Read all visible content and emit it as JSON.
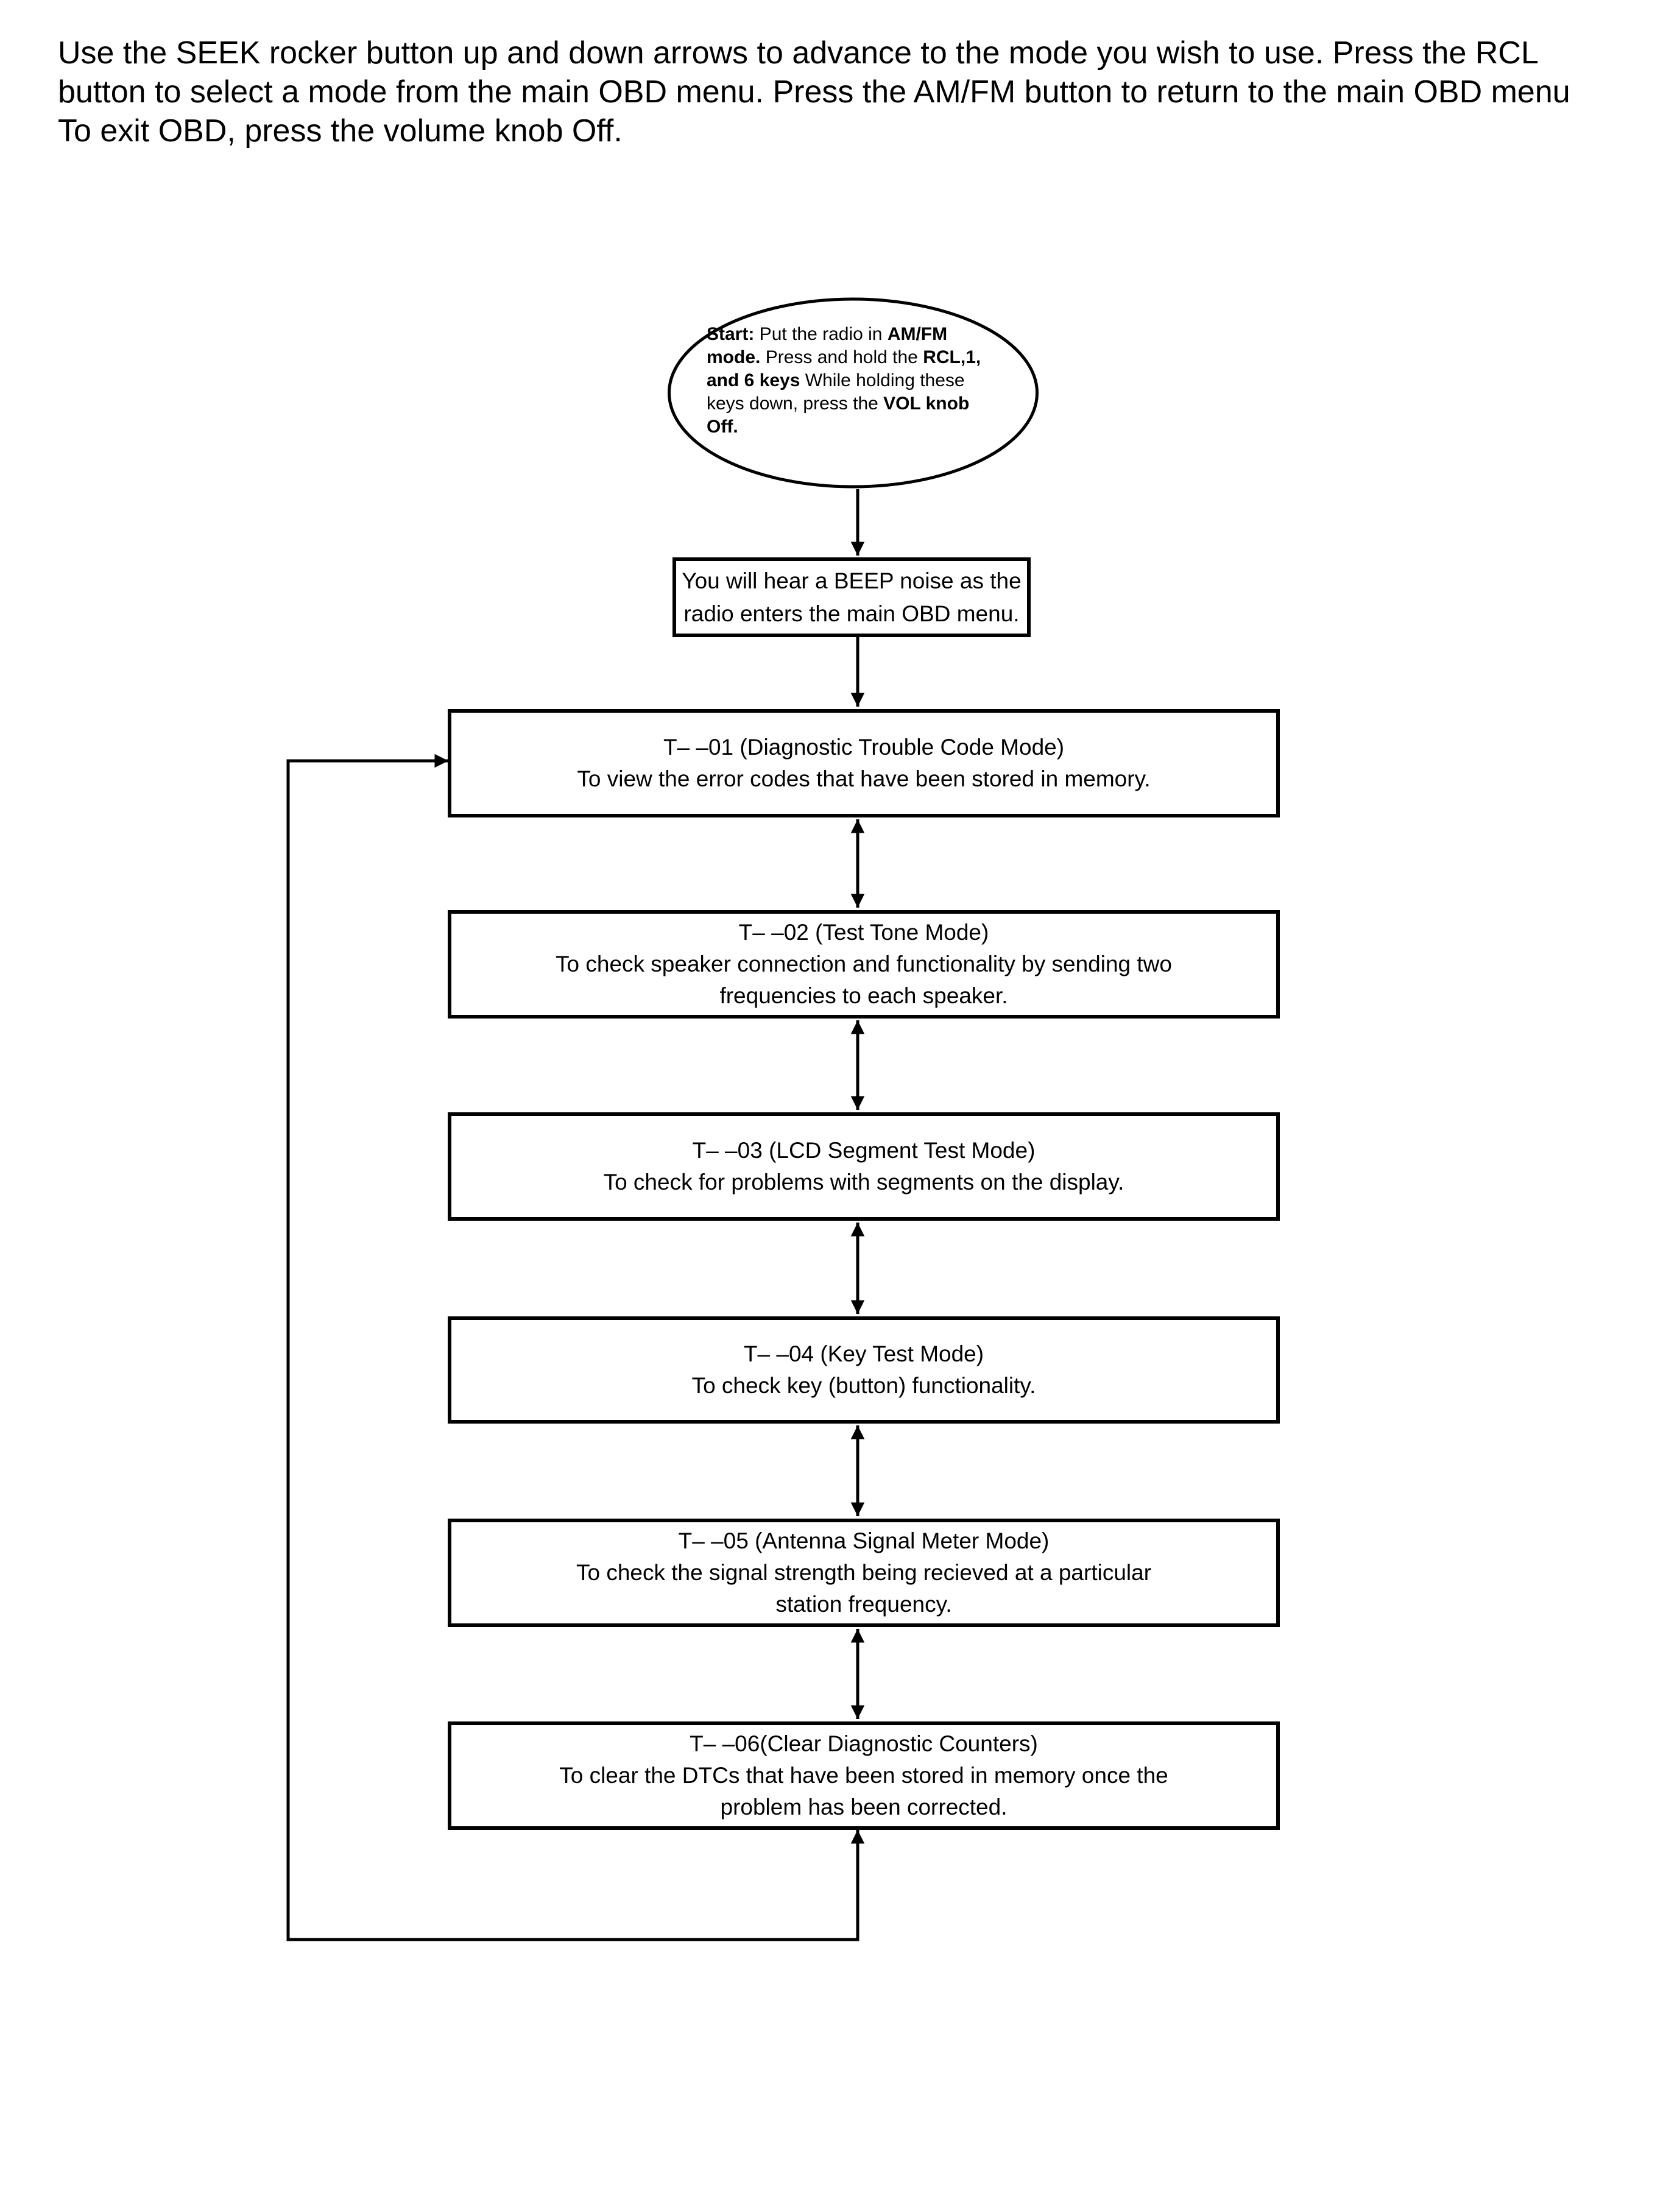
{
  "intro": {
    "line1": "Use the SEEK rocker button up and down arrows to advance to the mode you wish to use.  Press the RCL",
    "line2": "button to select a mode from the main OBD menu.  Press the AM/FM button to return to the main OBD menu",
    "line3": "To exit OBD, press the volume knob Off."
  },
  "start": {
    "l1a": "Start:",
    "l1b": "  Put the radio in ",
    "l1c": "AM/FM",
    "l2a": "mode.",
    "l2b": "  Press and hold the ",
    "l2c": "RCL,1,",
    "l3a": "and 6 keys",
    "l3b": " While holding these",
    "l4a": "keys down, press the ",
    "l4b": "VOL knob",
    "l5a": "Off."
  },
  "beep": {
    "line1": "You will hear a BEEP noise as the",
    "line2": "radio enters the main OBD menu."
  },
  "modes": [
    {
      "title": "T– –01 (Diagnostic Trouble Code Mode)",
      "desc": [
        "To view the error codes that have been stored in memory."
      ]
    },
    {
      "title": "T– –02 (Test Tone Mode)",
      "desc": [
        "To check speaker connection and functionality by sending two",
        "frequencies to each speaker."
      ]
    },
    {
      "title": "T– –03 (LCD Segment Test Mode)",
      "desc": [
        "To check for problems with segments on the display."
      ]
    },
    {
      "title": "T– –04 (Key Test Mode)",
      "desc": [
        "To check key (button) functionality."
      ]
    },
    {
      "title": "T– –05 (Antenna Signal Meter Mode)",
      "desc": [
        "To check the signal strength being recieved at a particular",
        "station frequency."
      ]
    },
    {
      "title": "T– –06(Clear Diagnostic Counters)",
      "desc": [
        "To clear the DTCs that have been stored in memory once the",
        "problem has been corrected."
      ]
    }
  ]
}
